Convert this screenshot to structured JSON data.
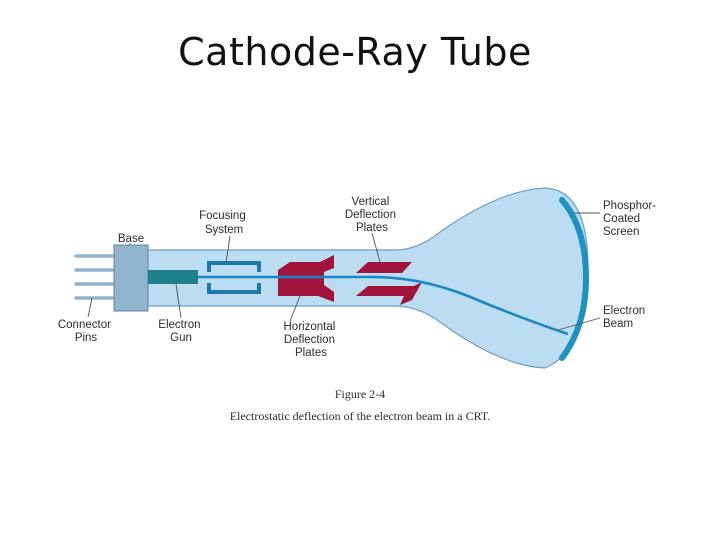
{
  "slide": {
    "title": "Cathode-Ray Tube"
  },
  "diagram": {
    "labels": {
      "base": "Base",
      "focusing_system": [
        "Focusing",
        "System"
      ],
      "vertical_plates": [
        "Vertical",
        "Deflection",
        "Plates"
      ],
      "phosphor_screen": [
        "Phosphor-",
        "Coated",
        "Screen"
      ],
      "connector_pins": [
        "Connector",
        "Pins"
      ],
      "electron_gun": [
        "Electron",
        "Gun"
      ],
      "horizontal_plates": [
        "Horizontal",
        "Deflection",
        "Plates"
      ],
      "electron_beam": [
        "Electron",
        "Beam"
      ]
    },
    "figure_number": "Figure 2-4",
    "caption": "Electrostatic deflection of the electron beam in a CRT."
  },
  "colors": {
    "tube_fill": "#bcdcf2",
    "tube_outline": "#6f9fc4",
    "screen": "#1e92c0",
    "base": "#8fb4cc",
    "gun": "#1f7f8a",
    "plates": "#a0133a",
    "focusing": "#1c7aa8",
    "beam": "#1a88c4"
  }
}
